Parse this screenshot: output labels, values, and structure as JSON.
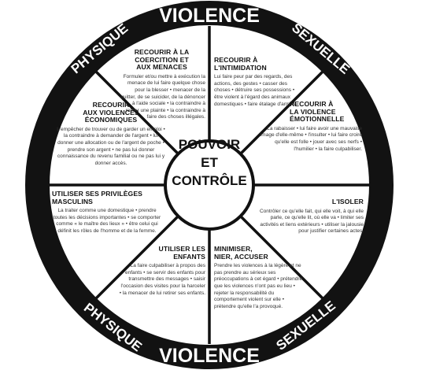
{
  "ring": {
    "top": "VIOLENCE",
    "bottom": "VIOLENCE",
    "top_left": "PHYSIQUE",
    "top_right": "SEXUELLE",
    "bottom_left": "PHYSIQUE",
    "bottom_right": "SEXUELLE"
  },
  "center": {
    "line1": "POUVOIR",
    "line2": "ET",
    "line3": "CONTRÔLE"
  },
  "segments": {
    "coercion": {
      "title": "RECOURIR À LA\nCOERCITION ET\nAUX MENACES",
      "body": "Formuler et/ou mettre à exécution la menace de lui faire quelque chose pour la blesser • menacer de la quitter, de se suicider, de la dénoncer à l'aide sociale • la contraindre à retirer une plainte • la contraindre à faire des choses illégales."
    },
    "intimidation": {
      "title": "RECOURIR À\nL'INTIMIDATION",
      "body": "Lui faire peur par des regards, des actions, des gestes • casser des choses • détruire ses possessions • être violent à l'égard des animaux domestiques • faire étalage d'armes."
    },
    "economic": {
      "title": "RECOURIR\nAUX VIOLENCES\nÉCONOMIQUES",
      "body": "L'empêcher de trouver ou de garder un emploi • la contraindre à demander de l'argent • lui donner une allocation ou de l'argent de poche • prendre son argent • ne pas lui donner connaissance du revenu familial ou ne pas lui y donner accès."
    },
    "emotional": {
      "title": "RECOURIR À\nLA VIOLENCE\nÉMOTIONNELLE",
      "body": "La rabaisser • lui faire avoir une mauvaise image d'elle-même • l'insulter • lui faire croire qu'elle est folle • jouer avec ses nerfs • l'humilier • la faire culpabiliser."
    },
    "privileges": {
      "title": "UTILISER SES PRIVILÈGES\nMASCULINS",
      "body": "La traiter comme une domestique • prendre toutes les décisions importantes • se comporter comme « le maître des lieux » • être celui qui définit les rôles de l'homme et de la femme."
    },
    "isolation": {
      "title": "L'ISOLER",
      "body": "Contrôler ce qu'elle fait, qui elle voit, à qui elle parle, ce qu'elle lit, où elle va • limiter ses activités et liens extérieurs • utiliser la jalousie pour justifier certaines actes."
    },
    "children": {
      "title": "UTILISER LES\nENFANTS",
      "body": "La faire culpabiliser à propos des enfants • se servir des enfants pour transmettre des messages • saisir l'occasion des visites pour la harceler • la menacer de lui retirer ses enfants."
    },
    "minimize": {
      "title": "MINIMISER,\nNIER, ACCUSER",
      "body": "Prendre les violences à la légère et ne pas prendre au sérieux ses préoccupations à cet égard • prétendre que les violences n'ont pas eu lieu • rejeter la responsabilité du comportement violent sur elle • prétendre qu'elle l'a provoqué."
    }
  }
}
